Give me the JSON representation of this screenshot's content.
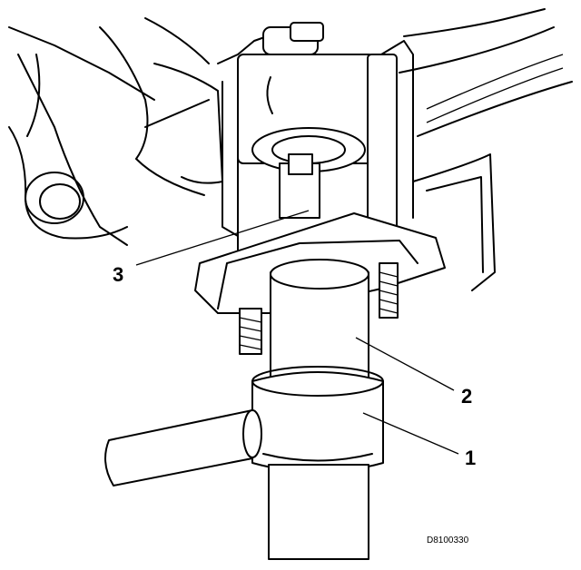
{
  "callouts": {
    "label_1": "1",
    "label_2": "2",
    "label_3": "3"
  },
  "drawing_code": "D8100330",
  "colors": {
    "line": "#000000",
    "background": "#ffffff"
  }
}
